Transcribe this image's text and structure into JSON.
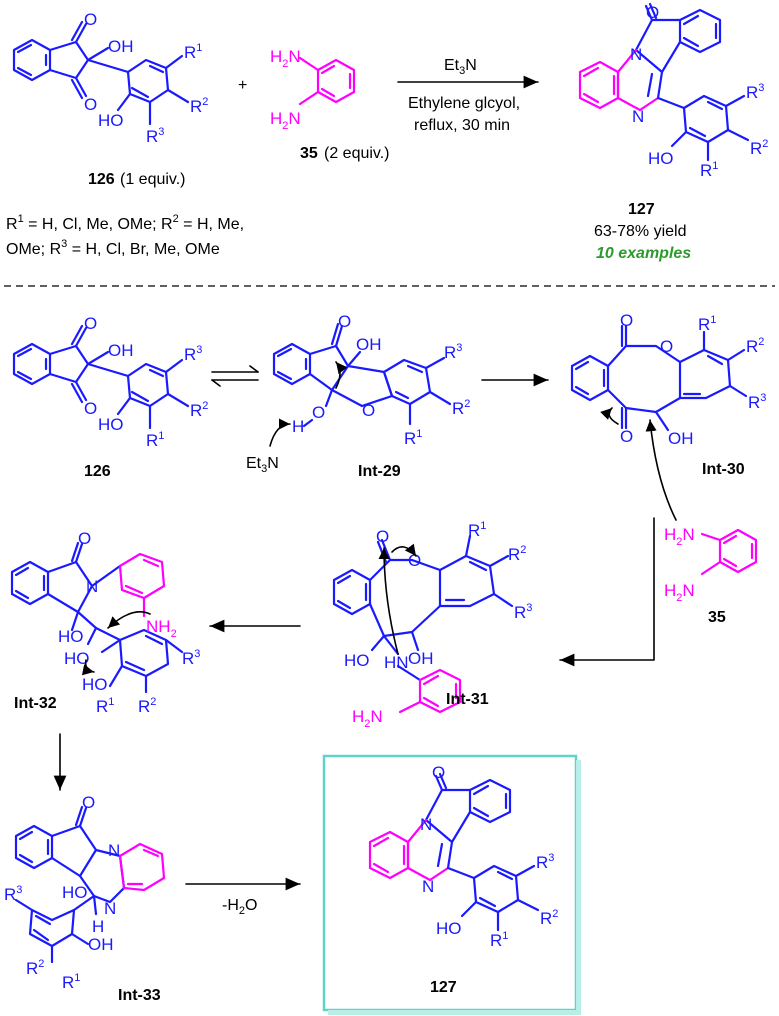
{
  "reaction": {
    "reagent_line1": "Et3N",
    "reagent_line2": "Ethylene glcyol,",
    "reagent_line3": "reflux, 30 min",
    "plus": "+",
    "sm_label": "126",
    "sm_equiv": "(1 equiv.)",
    "amine_label": "35",
    "amine_equiv": "(2 equiv.)",
    "substituents_line1": "R1 = H, Cl, Me, OMe; R2 = H, Me,",
    "substituents_line2": "OMe; R3 = H, Cl, Br, Me, OMe",
    "product_label": "127",
    "product_yield": "63-78% yield",
    "product_examples": "10 examples"
  },
  "mechanism": {
    "labels": {
      "sm": "126",
      "int29": "Int-29",
      "int30": "Int-30",
      "amine": "35",
      "int31": "Int-31",
      "int32": "Int-32",
      "int33": "Int-33",
      "final": "127"
    },
    "dehydration": "-H2O",
    "base": "Et3N"
  },
  "colors": {
    "scaffold": "#1a1aff",
    "amine": "#ff00ff",
    "examples_text": "#2e9a2e",
    "product_box_border": "#5fd3c8"
  }
}
